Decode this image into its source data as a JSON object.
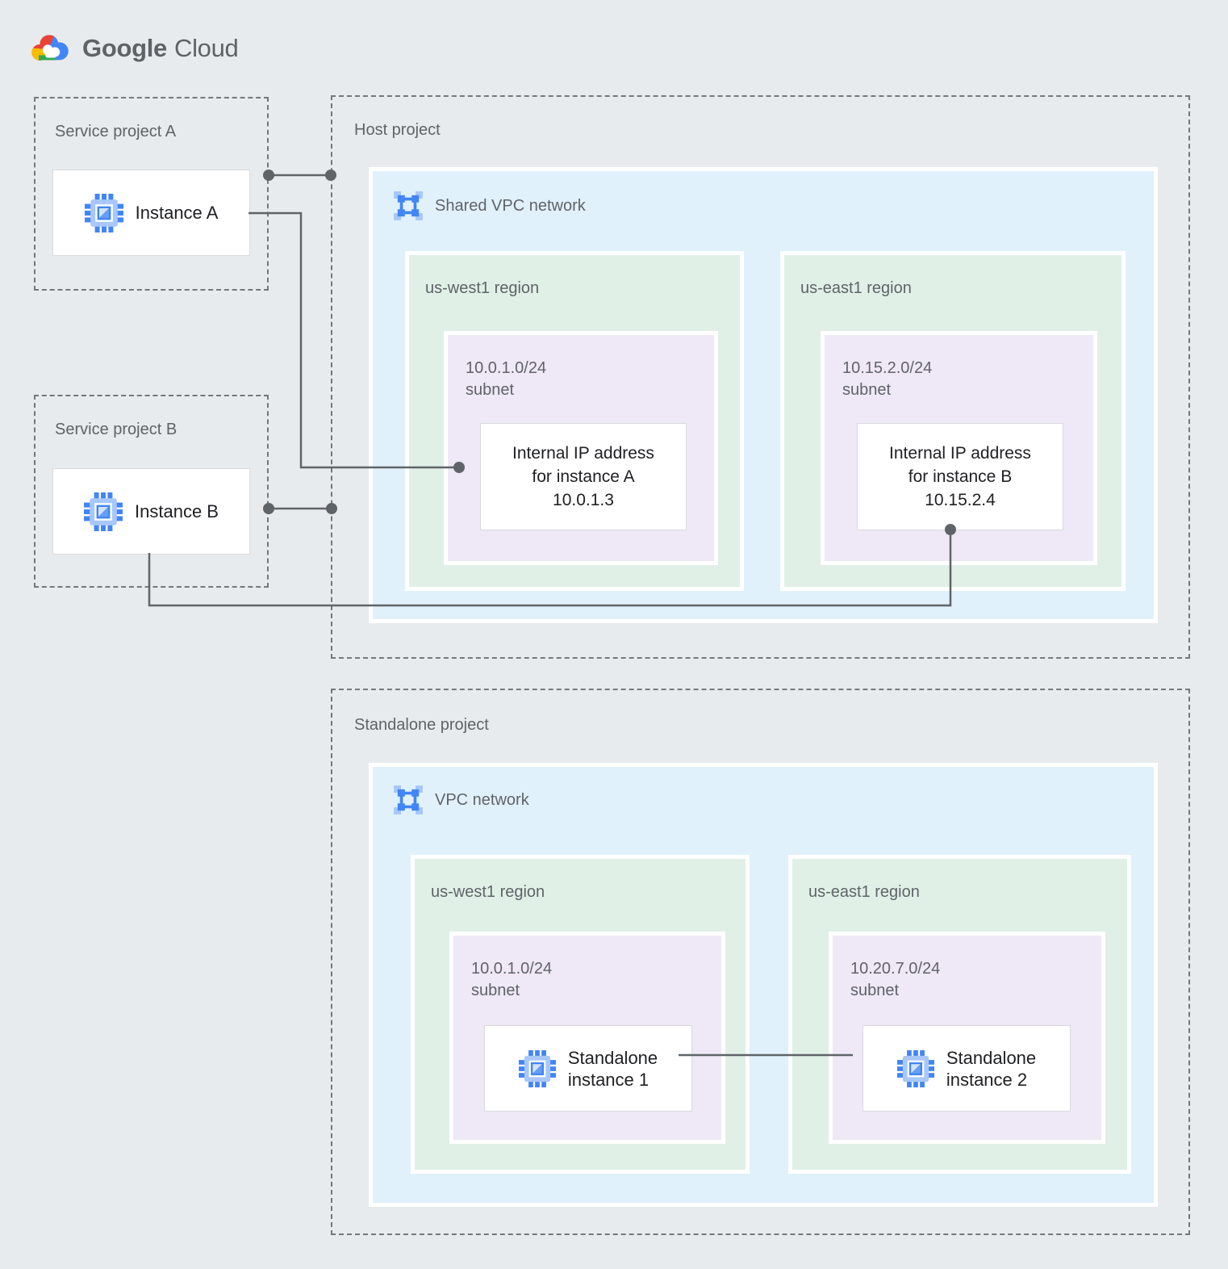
{
  "logo": {
    "brand": "Google",
    "product": "Cloud"
  },
  "projects": {
    "service_a": {
      "title": "Service project A",
      "instance_label": "Instance A"
    },
    "service_b": {
      "title": "Service project B",
      "instance_label": "Instance B"
    },
    "host": {
      "title": "Host project",
      "network_label": "Shared VPC network",
      "regions": [
        {
          "name": "us-west1 region",
          "subnet_cidr": "10.0.1.0/24",
          "subnet_label": "subnet",
          "ip_box": {
            "line1": "Internal IP address",
            "line2": "for instance A",
            "line3": "10.0.1.3"
          }
        },
        {
          "name": "us-east1 region",
          "subnet_cidr": "10.15.2.0/24",
          "subnet_label": "subnet",
          "ip_box": {
            "line1": "Internal IP address",
            "line2": "for instance B",
            "line3": "10.15.2.4"
          }
        }
      ]
    },
    "standalone": {
      "title": "Standalone project",
      "network_label": "VPC network",
      "regions": [
        {
          "name": "us-west1 region",
          "subnet_cidr": "10.0.1.0/24",
          "subnet_label": "subnet",
          "instance": {
            "line1": "Standalone",
            "line2": "instance 1"
          }
        },
        {
          "name": "us-east1 region",
          "subnet_cidr": "10.20.7.0/24",
          "subnet_label": "subnet",
          "instance": {
            "line1": "Standalone",
            "line2": "instance 2"
          }
        }
      ]
    }
  },
  "colors": {
    "background": "#E8EBED",
    "network_fill": "#E1F1FB",
    "region_fill": "#E0F0E7",
    "subnet_fill": "#EFE8F6",
    "connector": "#616161",
    "accent_blue": "#4285F4",
    "accent_blue_light": "#A8C7FA",
    "label_gray": "#5F6368",
    "text_dark": "#202124"
  }
}
